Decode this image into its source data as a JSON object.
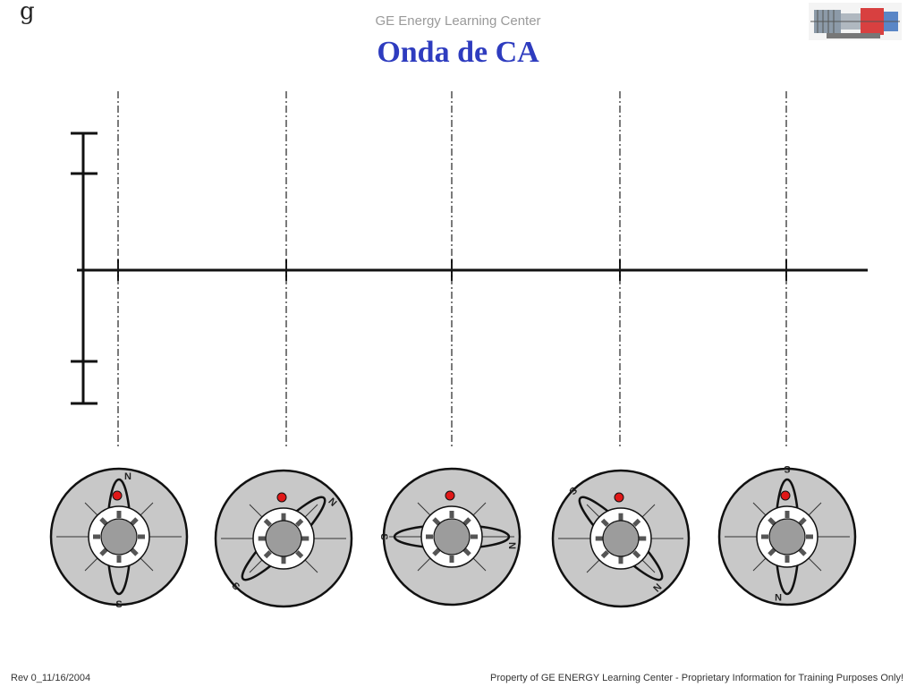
{
  "header": {
    "logo_text": "g",
    "center_name": "GE Energy Learning Center",
    "title": "Onda de CA"
  },
  "generators": [
    {
      "north_label": "N",
      "south_label": "S",
      "rotation_deg": 0
    },
    {
      "north_label": "N",
      "south_label": "S",
      "rotation_deg": 45
    },
    {
      "north_label": "N",
      "south_label": "S",
      "rotation_deg": 90
    },
    {
      "north_label": "N",
      "south_label": "S",
      "rotation_deg": 135
    },
    {
      "north_label": "N",
      "south_label": "S",
      "rotation_deg": 180
    }
  ],
  "footer": {
    "revision": "Rev 0_11/16/2004",
    "property_notice": "Property of GE ENERGY Learning Center - Proprietary Information for Training Purposes Only!"
  },
  "colors": {
    "title": "#2e3cbf",
    "center_name": "#9a9a9a",
    "marker": "#e01818",
    "stator_fill": "#c8c8c8",
    "rotor_fill": "#9c9c9c"
  }
}
